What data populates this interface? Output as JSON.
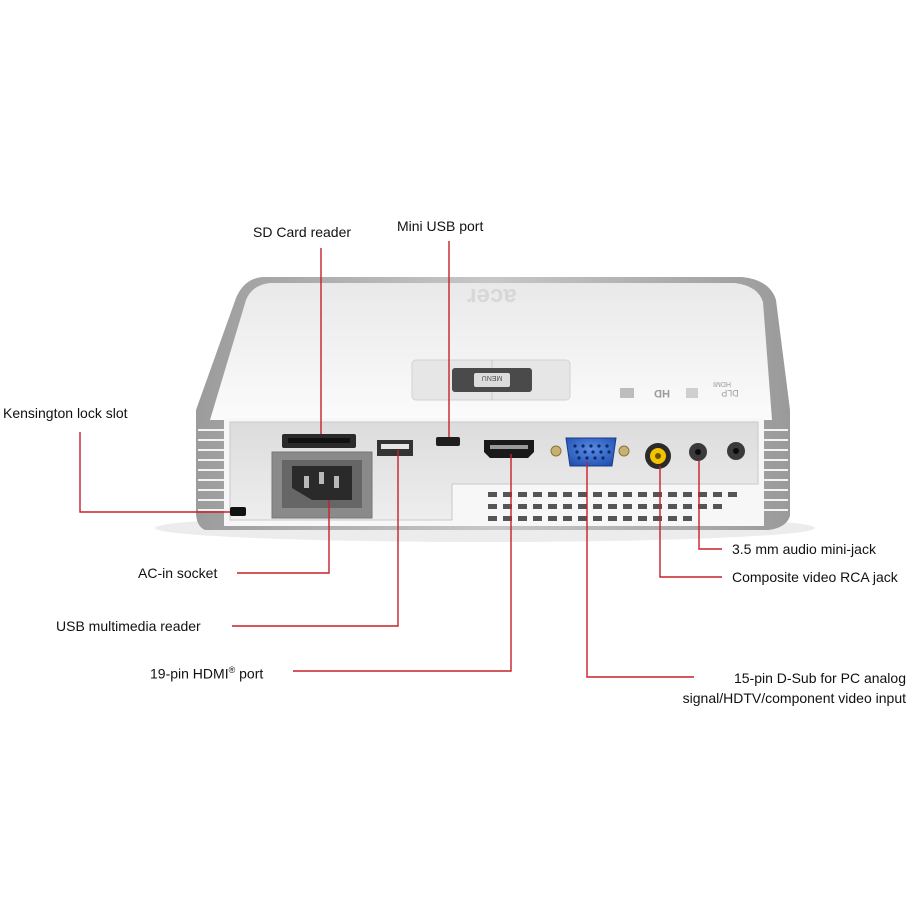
{
  "product": {
    "brand_logo_text": "acer",
    "keypad_center_text": "MENU",
    "badges": [
      "HD",
      "DLP",
      "HDMI"
    ]
  },
  "callouts": {
    "sd_card_reader": "SD Card reader",
    "mini_usb_port": "Mini USB port",
    "kensington_lock_slot": "Kensington lock slot",
    "ac_in_socket": "AC-in socket",
    "usb_multimedia_reader": "USB multimedia reader",
    "hdmi_port_prefix": "19-pin HDMI",
    "hdmi_port_sup": "®",
    "hdmi_port_suffix": " port",
    "audio_mini_jack": "3.5 mm audio mini-jack",
    "composite_video_rca": "Composite video RCA jack",
    "dsub_line1": "15-pin D-Sub for PC analog",
    "dsub_line2": "signal/HDTV/component video input"
  },
  "colors": {
    "leader_line": "#c8202a",
    "body_white": "#f4f4f4",
    "side_gray": "#a9a9a9",
    "vga_blue": "#2f64c8",
    "rca_yellow": "#f2c300"
  }
}
